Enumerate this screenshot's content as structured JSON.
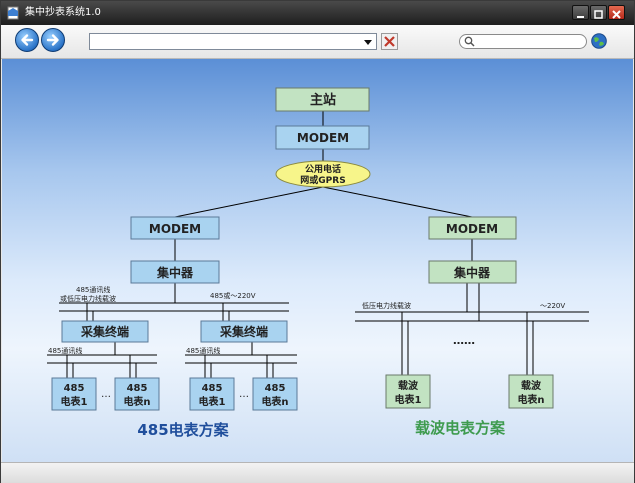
{
  "window": {
    "title": "集中抄表系统1.0"
  },
  "toolbar": {
    "address_value": "",
    "search_placeholder": ""
  },
  "icons": {
    "app": "document-icon",
    "back": "back-arrow-icon",
    "forward": "forward-arrow-icon",
    "dropdown": "chevron-down-icon",
    "stop": "stop-x-icon",
    "search": "search-icon",
    "globe": "globe-icon",
    "minimize": "minimize-icon",
    "maximize": "maximize-icon",
    "close": "close-icon"
  },
  "colors": {
    "blue_box": "#a9d3f0",
    "green_box": "#c2e3c2",
    "oval": "#f7f58a",
    "left_caption": "#1f4e9c",
    "right_caption": "#3e9b4f"
  },
  "diagram": {
    "master_station": "主站",
    "modem_top": "MODEM",
    "network_line1": "公用电话",
    "network_line2": "网或GPRS",
    "left": {
      "modem": "MODEM",
      "concentrator": "集中器",
      "bus_label_line1": "485通讯线",
      "bus_label_line2": "或低压电力线载波",
      "power_label": "485或～220V",
      "terminal_a": "采集终端",
      "terminal_b": "采集终端",
      "rs485_label_a": "485通讯线",
      "rs485_label_b": "485通讯线",
      "meter_line1": "485",
      "meter_1_line2": "电表1",
      "meter_n_line2": "电表n",
      "dots": "…",
      "caption": "485电表方案"
    },
    "right": {
      "modem": "MODEM",
      "concentrator": "集中器",
      "bus_label": "低压电力线载波",
      "power_label": "～220V",
      "dots": "……",
      "meter_line1": "载波",
      "meter_1_line2": "电表1",
      "meter_n_line2": "电表n",
      "caption": "载波电表方案"
    }
  }
}
